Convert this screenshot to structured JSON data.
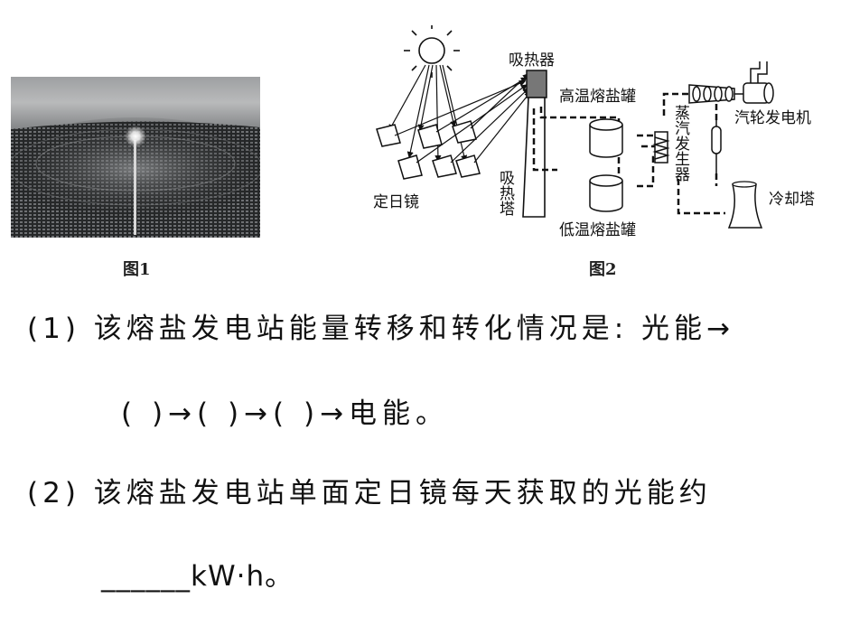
{
  "figure1": {
    "caption": "图1"
  },
  "figure2": {
    "caption": "图2",
    "labels": {
      "heliostat": "定日镜",
      "absorber": "吸热器",
      "tower": "吸热塔",
      "high_tank": "高温熔盐罐",
      "low_tank": "低温熔盐罐",
      "steam_gen": "蒸汽发生器",
      "turbine": "汽轮发电机",
      "cooling": "冷却塔"
    }
  },
  "questions": {
    "q1_line1": "(1) 该熔盐发电站能量转移和转化情况是: 光能→",
    "q1_line2": "(     )→(     )→(     )→电能。",
    "q2_line1": "(2) 该熔盐发电站单面定日镜每天获取的光能约",
    "q2_line2": "______kW·h。"
  }
}
